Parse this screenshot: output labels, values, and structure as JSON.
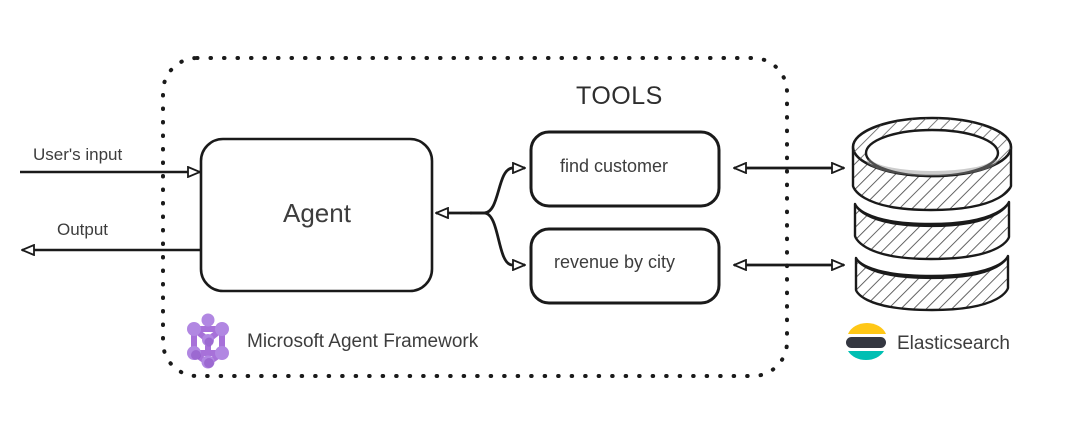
{
  "diagram": {
    "title_tools": "TOOLS",
    "agent": {
      "label": "Agent"
    },
    "tools": [
      {
        "label": "find customer"
      },
      {
        "label": "revenue by city"
      }
    ],
    "flows": {
      "input_label": "User's input",
      "output_label": "Output"
    },
    "framework": {
      "label": "Microsoft Agent Framework",
      "logo_icon": "microsoft-agent-framework-cube-icon",
      "logo_colors": {
        "light": "#c49ae0",
        "mid": "#a66fd4",
        "dark": "#8b52c4"
      }
    },
    "datastore": {
      "label": "Elasticsearch",
      "logo_icon": "elasticsearch-logo-icon",
      "shape_icon": "database-cylinder-icon",
      "logo_colors": {
        "yellow": "#ffc716",
        "dark": "#343741",
        "teal": "#00bfb3"
      }
    },
    "colors": {
      "stroke": "#1a1a1a",
      "text": "#3d3d3d",
      "background": "#ffffff",
      "hatch": "#555555"
    },
    "boundary": {
      "style": "dotted",
      "name": "agent-framework-boundary"
    }
  }
}
